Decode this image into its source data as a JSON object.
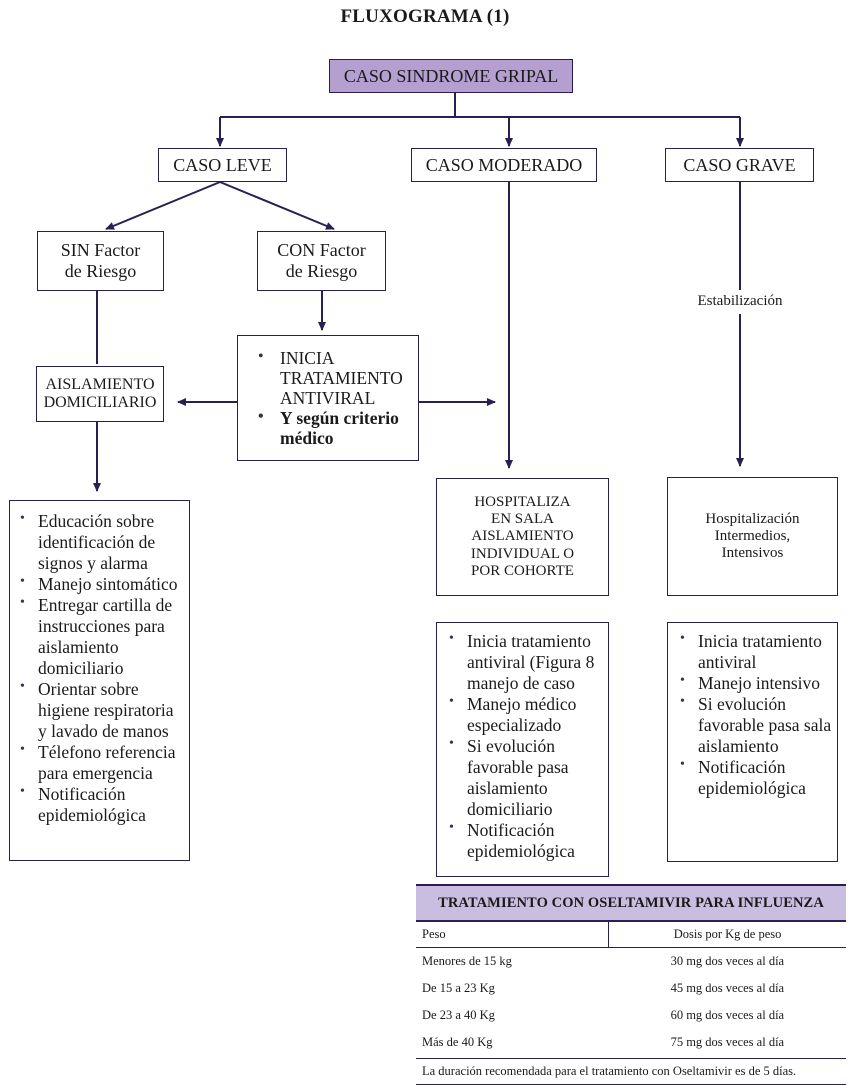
{
  "title": "FLUXOGRAMA (1)",
  "root": "CASO SINDROME GRIPAL",
  "caso_leve": "CASO LEVE",
  "caso_moderado": "CASO MODERADO",
  "caso_grave": "CASO GRAVE",
  "sin_factor": [
    "SIN Factor",
    "de Riesgo"
  ],
  "con_factor": [
    "CON Factor",
    "de Riesgo"
  ],
  "antiviral": {
    "items": [
      "INICIA",
      "TRATAMIENTO",
      "ANTIVIRAL"
    ],
    "bold_items": [
      "Y según criterio",
      "médico"
    ]
  },
  "aislamiento": [
    "AISLAMIENTO",
    "DOMICILIARIO"
  ],
  "estabilizacion": "Estabilización",
  "hospitaliza": [
    "HOSPITALIZA",
    "EN SALA",
    "AISLAMIENTO",
    "INDIVIDUAL O",
    "POR COHORTE"
  ],
  "hospitalizacion": [
    "Hospitalización",
    "Intermedios,",
    "Intensivos"
  ],
  "leve_list": [
    "Educación sobre identificación de signos y alarma",
    "Manejo sintomático",
    "Entregar cartilla de instrucciones para aislamiento domiciliario",
    "Orientar sobre higiene respiratoria y lavado de manos",
    "Télefono referencia para emergencia",
    "Notificación epidemiológica"
  ],
  "moderado_list": [
    "Inicia tratamiento antiviral (Figura 8 manejo de caso",
    "Manejo médico especializado",
    "Si evolución favorable pasa aislamiento domiciliario",
    "Notificación epidemiológica"
  ],
  "grave_list": [
    "Inicia tratamiento antiviral",
    "Manejo intensivo",
    "Si evolución favorable pasa sala aislamiento",
    "Notificación epidemiológica"
  ],
  "dose_table": {
    "title": "TRATAMIENTO CON OSELTAMIVIR PARA INFLUENZA",
    "col1": "Peso",
    "col2": "Dosis por Kg de peso",
    "rows": [
      [
        "Menores de 15 kg",
        "30 mg dos veces al día"
      ],
      [
        "De 15 a 23 Kg",
        "45 mg dos veces al día"
      ],
      [
        "De 23 a 40 Kg",
        "60 mg dos veces al día"
      ],
      [
        "Más de 40 Kg",
        "75 mg dos veces al día"
      ]
    ],
    "footer": "La duración recomendada para el tratamiento con Oseltamivir es de 5 días."
  },
  "colors": {
    "root_fill": "#b49fd0",
    "line": "#2b1f52",
    "table_head": "#c9bde0"
  }
}
